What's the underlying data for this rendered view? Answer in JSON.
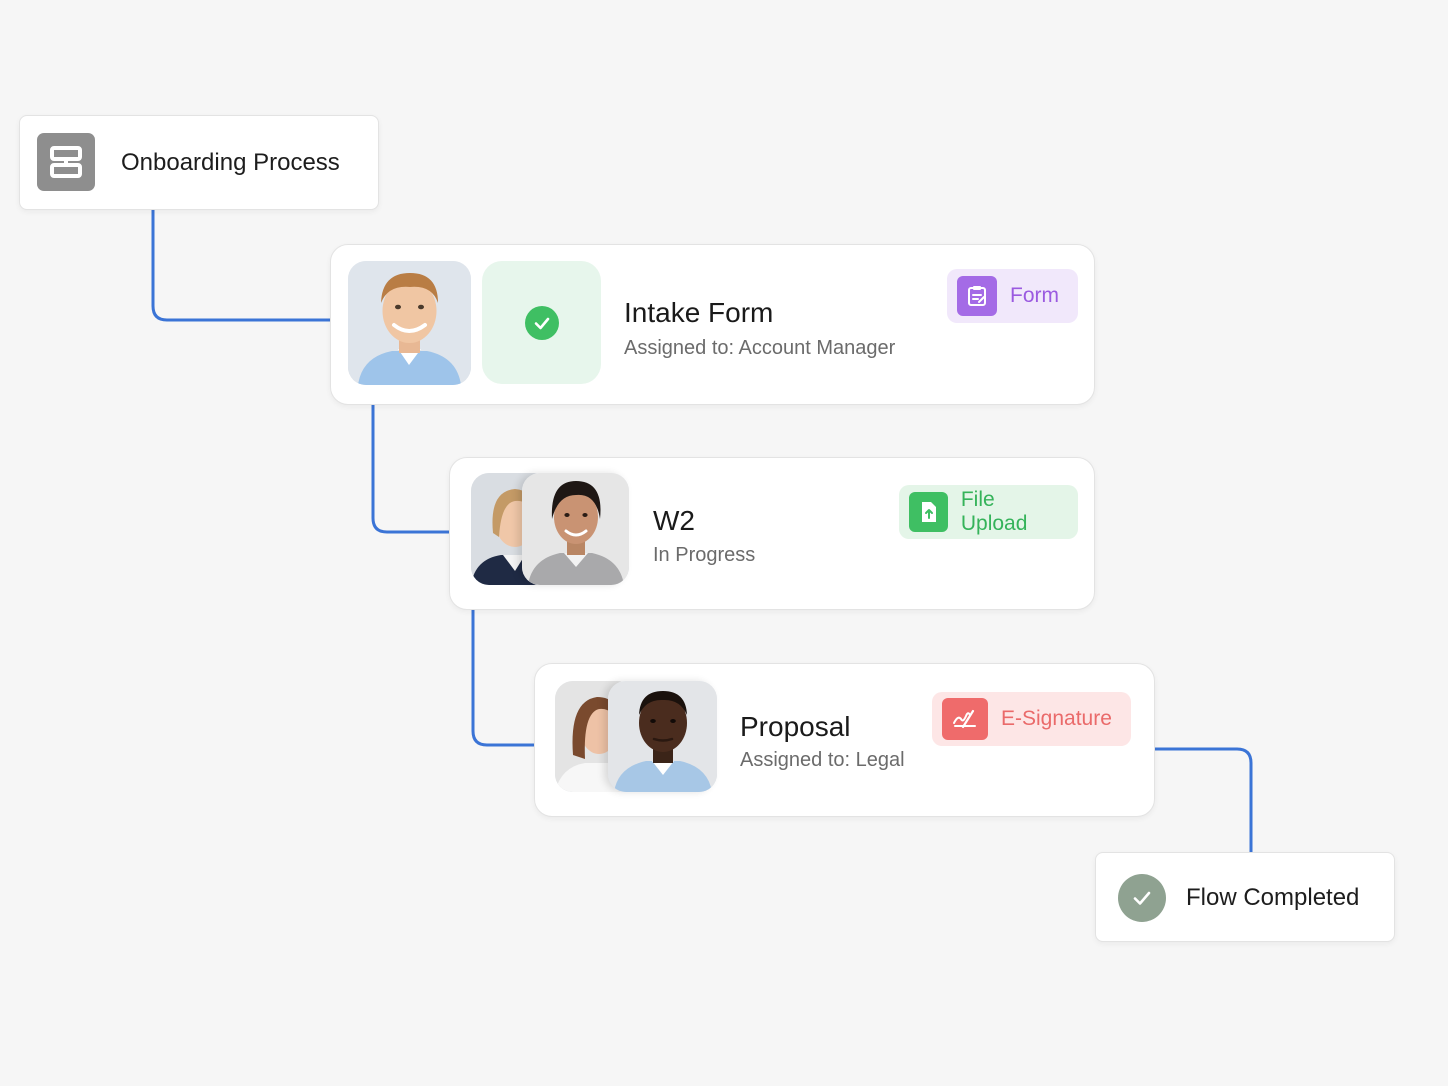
{
  "flow": {
    "start": {
      "title": "Onboarding Process",
      "icon": "flow-icon"
    },
    "steps": [
      {
        "title": "Intake Form",
        "subtitle": "Assigned to: Account Manager",
        "status": "completed",
        "badge": {
          "label": "Form",
          "icon": "form-icon",
          "color": "#a46be6"
        }
      },
      {
        "title": "W2",
        "subtitle": "In Progress",
        "status": "in-progress",
        "badge": {
          "label": "File Upload",
          "icon": "file-upload-icon",
          "color": "#3fbf63"
        }
      },
      {
        "title": "Proposal",
        "subtitle": "Assigned to: Legal",
        "status": "pending",
        "badge": {
          "label": "E-Signature",
          "icon": "signature-icon",
          "color": "#ef6b6b"
        }
      }
    ],
    "end": {
      "title": "Flow Completed",
      "icon": "check-icon"
    },
    "connector_color": "#3b74d6"
  }
}
